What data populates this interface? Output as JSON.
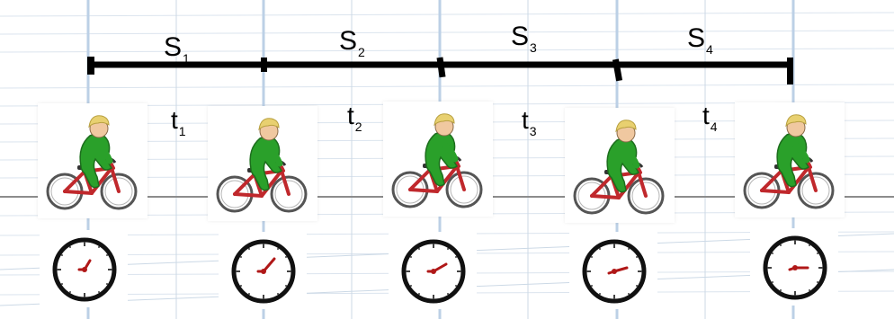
{
  "segments": [
    {
      "base": "S",
      "sub": "1"
    },
    {
      "base": "S",
      "sub": "2"
    },
    {
      "base": "S",
      "sub": "3"
    },
    {
      "base": "S",
      "sub": "4"
    }
  ],
  "times": [
    {
      "base": "t",
      "sub": "1"
    },
    {
      "base": "t",
      "sub": "2"
    },
    {
      "base": "t",
      "sub": "3"
    },
    {
      "base": "t",
      "sub": "4"
    }
  ],
  "cyclists": [
    {
      "icon": "cyclist-icon"
    },
    {
      "icon": "cyclist-icon"
    },
    {
      "icon": "cyclist-icon"
    },
    {
      "icon": "cyclist-icon"
    },
    {
      "icon": "cyclist-icon"
    }
  ],
  "clocks": [
    {
      "icon": "clock-icon"
    },
    {
      "icon": "clock-icon"
    },
    {
      "icon": "clock-icon"
    },
    {
      "icon": "clock-icon"
    },
    {
      "icon": "clock-icon"
    }
  ],
  "colors": {
    "line": "#000000",
    "grid": "#b9c8dc",
    "rider_body": "#2aa02a",
    "rider_hair": "#e8d070",
    "bike_frame": "#c0282c",
    "clock_hand": "#b01818"
  }
}
